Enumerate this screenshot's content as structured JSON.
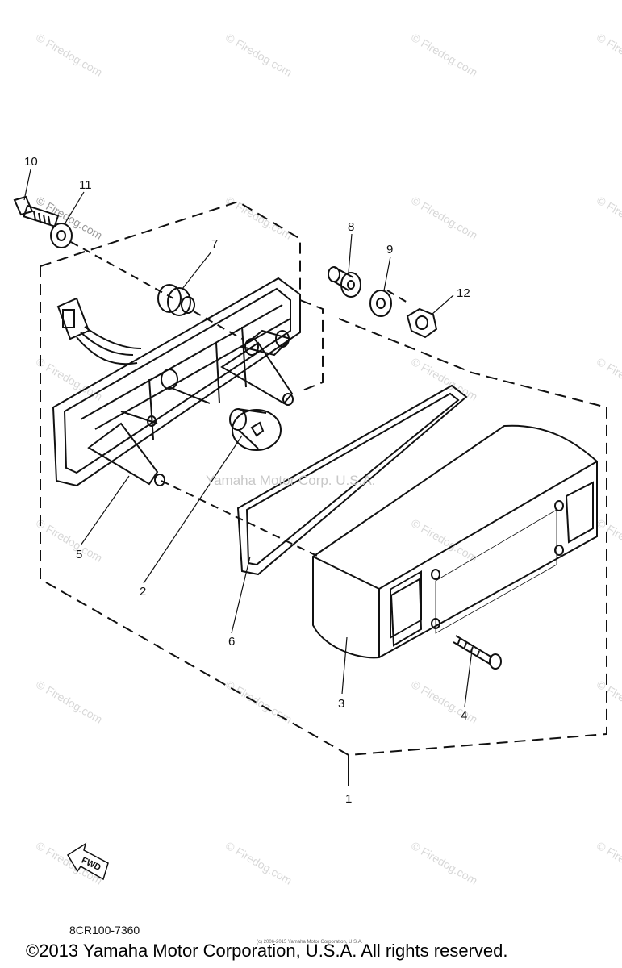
{
  "diagram": {
    "watermark_text": "© Firedog.com",
    "center_watermark": "Yamaha Motor Corp. U.S.A.",
    "part_code": "8CR100-7360",
    "copyright": "©2013 Yamaha Motor Corporation, U.S.A. All rights reserved.",
    "tiny_copyright": "(c) 2006-2015 Yamaha Motor Corporation, U.S.A.",
    "fwd_label": "FWD",
    "callouts": [
      "1",
      "2",
      "3",
      "4",
      "5",
      "6",
      "7",
      "8",
      "9",
      "10",
      "11",
      "12"
    ]
  }
}
